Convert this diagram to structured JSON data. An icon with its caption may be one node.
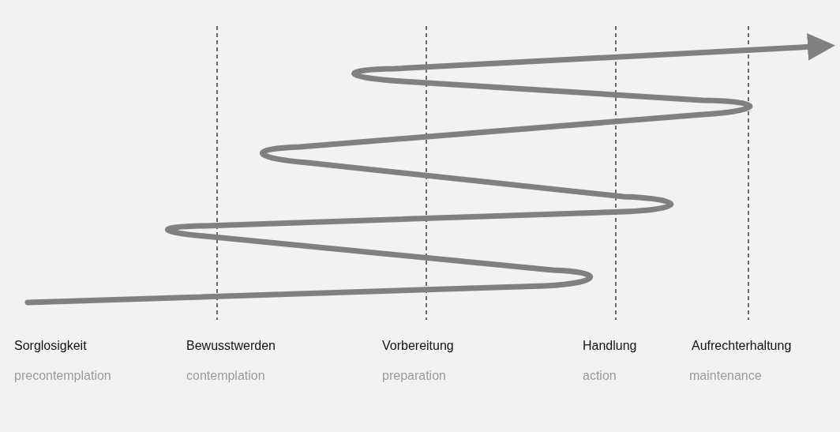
{
  "diagram": {
    "labels": [
      "Sorglosigkeit",
      "Bewusstwerden",
      "Vorbereitung",
      "Handlung",
      "Aufrechterhaltung",
      "precontemplation",
      "contemplation",
      "preparation",
      "action",
      "maintenance"
    ]
  }
}
